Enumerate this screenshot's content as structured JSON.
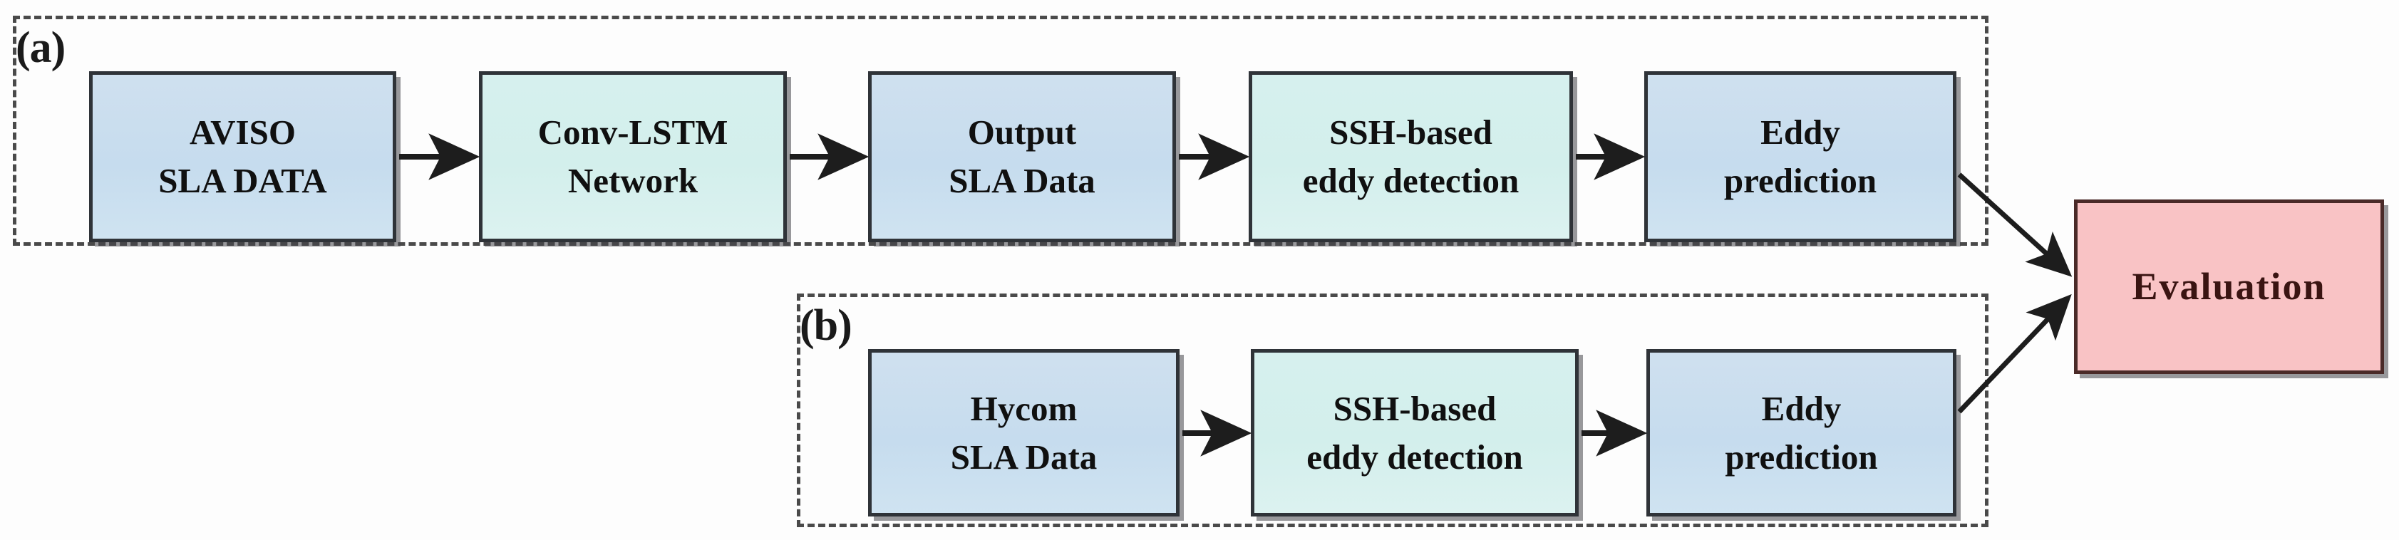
{
  "figure": {
    "type": "flowchart",
    "groups": [
      {
        "id": "a",
        "label": "(a)",
        "nodes": [
          {
            "name": "aviso-sla-data",
            "lines": [
              "AVISO",
              "SLA  DATA"
            ],
            "color": "#c9dcec"
          },
          {
            "name": "conv-lstm-network",
            "lines": [
              "Conv-LSTM",
              "Network"
            ],
            "color": "#d5efed"
          },
          {
            "name": "output-sla-data",
            "lines": [
              "Output",
              "SLA Data"
            ],
            "color": "#c9dcec"
          },
          {
            "name": "ssh-based-eddy-detection",
            "lines": [
              "SSH-based",
              "eddy detection"
            ],
            "color": "#d5efed"
          },
          {
            "name": "eddy-prediction",
            "lines": [
              "Eddy",
              "prediction"
            ],
            "color": "#c9dcec"
          }
        ]
      },
      {
        "id": "b",
        "label": "(b)",
        "nodes": [
          {
            "name": "hycom-sla-data",
            "lines": [
              "Hycom",
              "SLA Data"
            ],
            "color": "#c9dcec"
          },
          {
            "name": "ssh-based-eddy-detection",
            "lines": [
              "SSH-based",
              "eddy detection"
            ],
            "color": "#d5efed"
          },
          {
            "name": "eddy-prediction",
            "lines": [
              "Eddy",
              "prediction"
            ],
            "color": "#c9dcec"
          }
        ]
      }
    ],
    "evaluation": {
      "name": "evaluation",
      "label": "Evaluation",
      "color": "#f9c3c5"
    },
    "colors": {
      "blue_fill": "#c9dcec",
      "mint_fill": "#d5efed",
      "pink_fill": "#f9c3c5",
      "node_border": "#2f3338",
      "pink_border": "#4a2a28",
      "dashed_border": "#4a4a4a",
      "arrow": "#1d1d1d",
      "background": "#fdfdfd"
    }
  }
}
